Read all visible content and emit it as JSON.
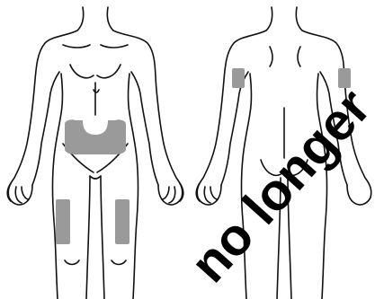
{
  "diagram": {
    "views": [
      "front",
      "back"
    ],
    "injection_sites": {
      "front": [
        "abdomen",
        "left-thigh",
        "right-thigh"
      ],
      "back": [
        "left-upper-arm",
        "right-upper-arm"
      ]
    },
    "colors": {
      "outline": "#111111",
      "site_fill": "#9a9a9a",
      "background": "#ffffff",
      "watermark": "#000000"
    },
    "watermark_text": "no longer"
  }
}
